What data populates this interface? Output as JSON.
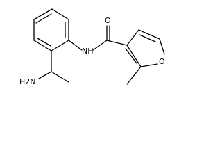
{
  "molecule": {
    "atoms": {
      "amine_nh2": "H2N",
      "amide_nh": "NH",
      "carbonyl_o": "O",
      "furan_o": "O"
    }
  },
  "colors": {
    "bond": "#000000",
    "label": "#000000",
    "background": "#ffffff"
  }
}
